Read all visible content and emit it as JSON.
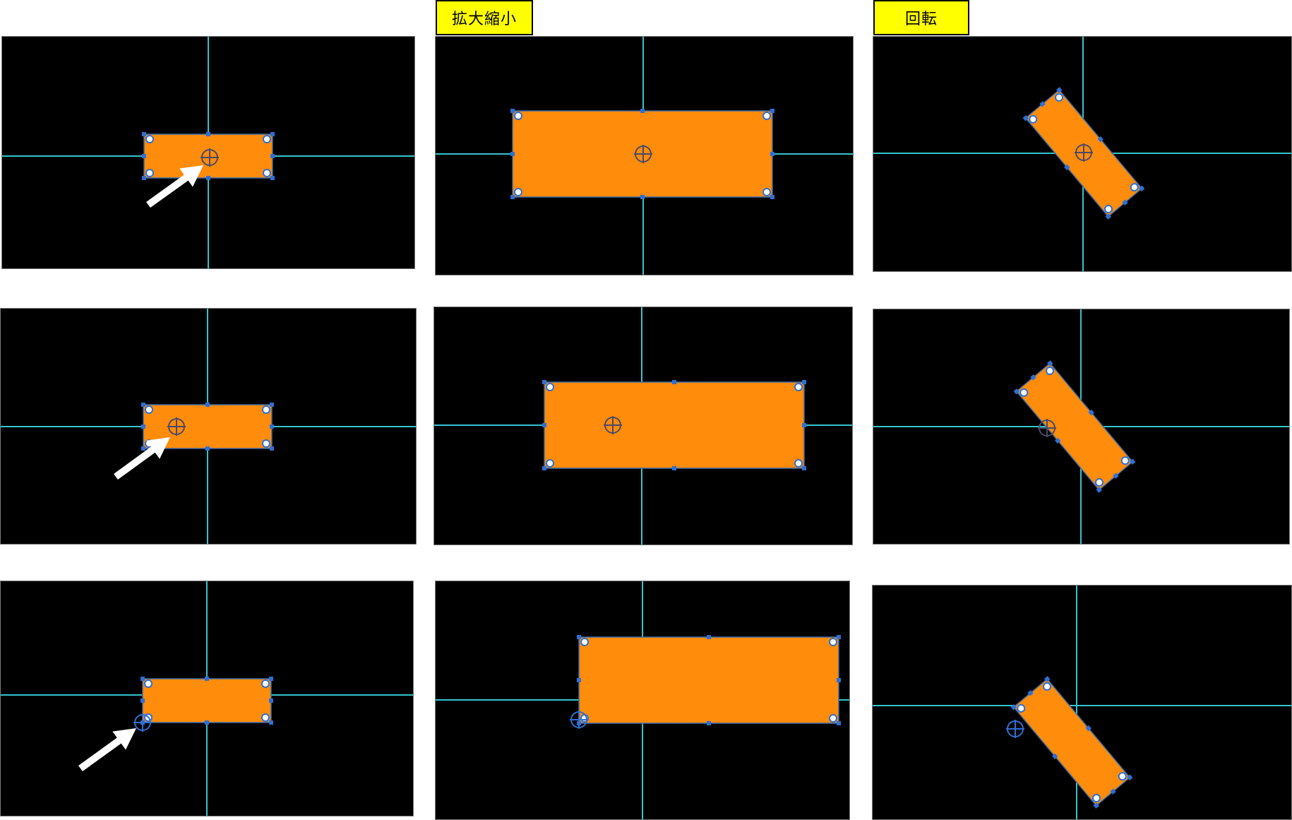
{
  "labels": {
    "scale": "拡大縮小",
    "rotate": "回転"
  },
  "colors": {
    "canvas": "#000000",
    "guide": "#33c4cc",
    "shape": "#ff8c0a",
    "handle": "#2e6fd6",
    "arrow": "#ffffff",
    "label_bg": "#ffff00"
  },
  "anchor_points": [
    "center",
    "left-center",
    "bottom-left"
  ],
  "operations": [
    "none",
    "scale",
    "rotate"
  ],
  "icons": {
    "anchor": "crosshair-circle-icon",
    "pointer": "white-arrow-icon",
    "handle": "square-handle-icon",
    "corner": "corner-radius-icon"
  }
}
